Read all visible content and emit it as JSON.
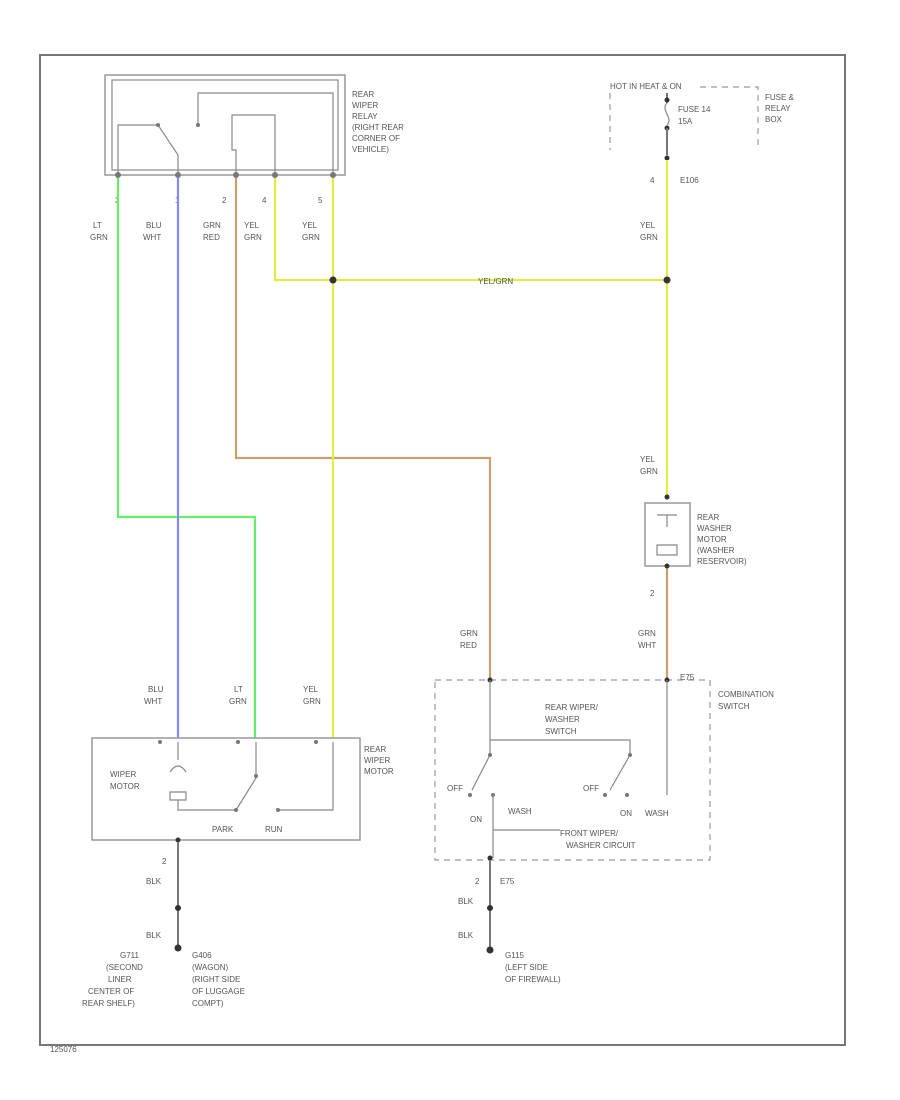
{
  "colors": {
    "lt_grn": "#66ee66",
    "blu_wht": "#8888ff",
    "grn_red": "#c8a070",
    "yel_grn": "#ddee44",
    "blk": "#777777"
  },
  "relay": {
    "label": [
      "REAR",
      "WIPER",
      "RELAY",
      "(RIGHT REAR",
      "CORNER OF",
      "VEHICLE)"
    ],
    "pins": [
      "3",
      "1",
      "2",
      "4",
      "5"
    ],
    "wires": [
      [
        "LT",
        "GRN"
      ],
      [
        "BLU",
        "WHT"
      ],
      [
        "GRN",
        "RED"
      ],
      [
        "YEL",
        "GRN"
      ],
      [
        "YEL",
        "GRN"
      ]
    ]
  },
  "hot": {
    "label": "HOT IN HEAT & ON",
    "fuse": [
      "FUSE 14",
      "15A"
    ],
    "box": [
      "FUSE &",
      "RELAY",
      "BOX"
    ],
    "pin": "4",
    "conn": "E106",
    "wire": [
      "YEL",
      "GRN"
    ]
  },
  "splice_label": "YEL/GRN",
  "washer_motor": {
    "wire_in": [
      "YEL",
      "GRN"
    ],
    "label": [
      "REAR",
      "WASHER",
      "MOTOR",
      "(WASHER",
      "RESERVOIR)"
    ],
    "pin": "2",
    "wire_out": [
      "GRN",
      "WHT"
    ]
  },
  "combo_switch": {
    "wire_left": [
      "GRN",
      "RED"
    ],
    "label": [
      "COMBINATION",
      "SWITCH"
    ],
    "conn": "E75",
    "sw_label": [
      "REAR WIPER/",
      "WASHER",
      "SWITCH"
    ],
    "off_left": "OFF",
    "on_left": "ON",
    "wash_left": "WASH",
    "off_right": "OFF",
    "on_right": "ON",
    "wash_right": "WASH",
    "circuit": [
      "FRONT WIPER/",
      "WASHER CIRCUIT"
    ],
    "pin": "2",
    "conn_bottom": "E75",
    "wire_blk1": "BLK",
    "wire_blk2": "BLK",
    "ground": [
      "G115",
      "(LEFT SIDE",
      "OF FIREWALL)"
    ]
  },
  "wiper_motor": {
    "wires": [
      [
        "BLU",
        "WHT"
      ],
      [
        "LT",
        "GRN"
      ],
      [
        "YEL",
        "GRN"
      ]
    ],
    "label": [
      "REAR",
      "WIPER",
      "MOTOR"
    ],
    "inner": [
      "WIPER",
      "MOTOR"
    ],
    "park": "PARK",
    "run": "RUN",
    "pin": "2",
    "wire_blk1": "BLK",
    "wire_blk2": "BLK",
    "ground_left": [
      "G711",
      "(SECOND",
      "LINER",
      "CENTER OF",
      "REAR SHELF)"
    ],
    "ground_right": [
      "G406",
      "(WAGON)",
      "(RIGHT SIDE",
      "OF LUGGAGE",
      "COMPT)"
    ]
  },
  "footer": "125076"
}
